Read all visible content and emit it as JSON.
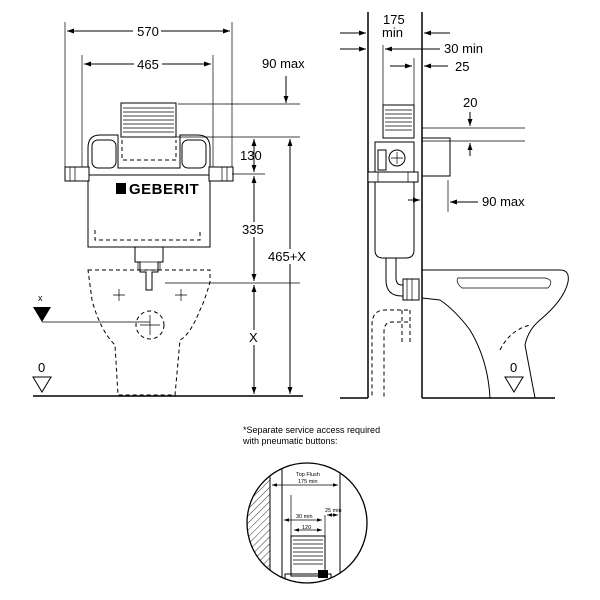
{
  "front_view": {
    "dim_570": "570",
    "dim_465": "465",
    "dim_90max": "90 max",
    "dim_130": "130",
    "dim_335": "335",
    "dim_465x": "465+X",
    "dim_x": "X",
    "marker_x": "x",
    "floor_zero": "0",
    "brand": "GEBERIT"
  },
  "side_view": {
    "dim_175": "175",
    "dim_175_unit": "min",
    "dim_30min": "30 min",
    "dim_25": "25",
    "dim_20": "20",
    "dim_90max": "90 max",
    "floor_zero": "0"
  },
  "note": {
    "line1": "*Separate service access required",
    "line2": "with pneumatic buttons:"
  },
  "detail": {
    "title": "Top Flush",
    "dim_175": "175 min",
    "dim_30": "30 min",
    "dim_25": "25 min",
    "dim_120": "120"
  }
}
